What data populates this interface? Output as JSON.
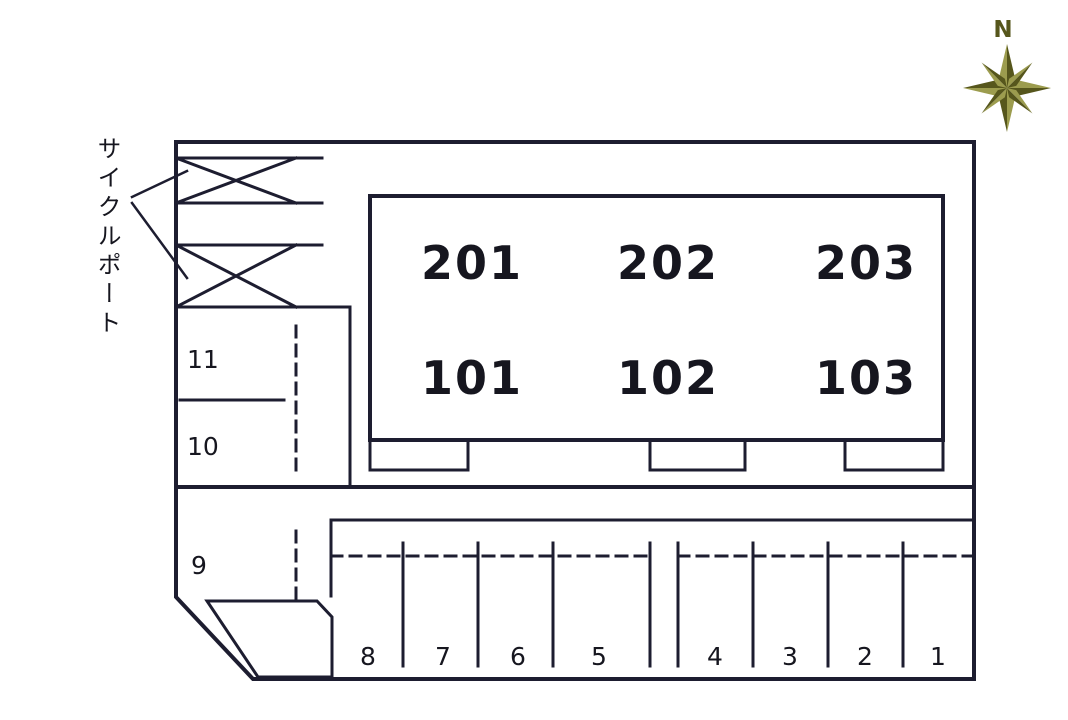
{
  "colors": {
    "line": "#1d1d30",
    "text": "#16161f",
    "background": "#ffffff",
    "compass_dark": "#56561c",
    "compass_light": "#9c9c4e"
  },
  "compass": {
    "label": "N"
  },
  "cycle_port_label": "サイクルポート",
  "building": {
    "rooms": [
      "201",
      "202",
      "203",
      "101",
      "102",
      "103"
    ]
  },
  "stalls": {
    "left": [
      "11",
      "10",
      "9"
    ],
    "bottom_left": [
      "8",
      "7",
      "6",
      "5"
    ],
    "bottom_right": [
      "4",
      "3",
      "2",
      "1"
    ]
  }
}
